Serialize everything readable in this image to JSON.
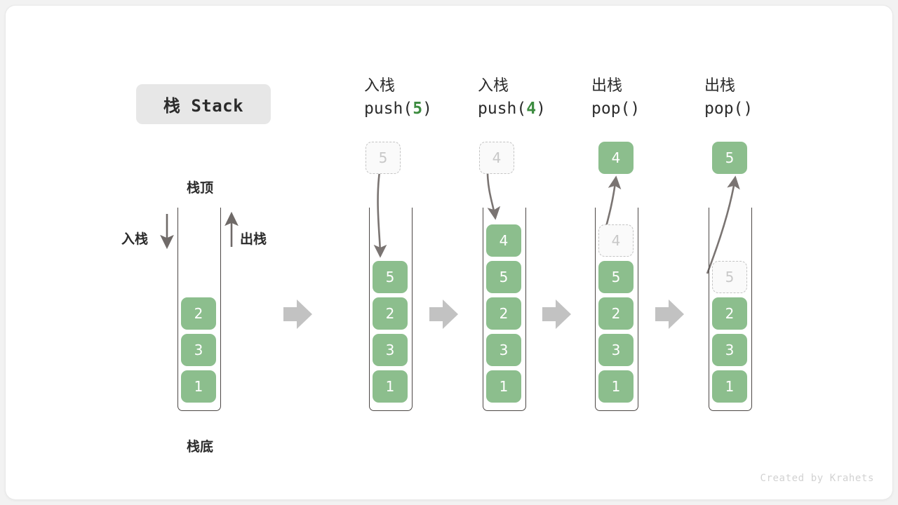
{
  "title": {
    "text": "栈 Stack"
  },
  "labels": {
    "top": "栈顶",
    "bottom": "栈底",
    "push_side": "入栈",
    "pop_side": "出栈"
  },
  "credit": "Created by Krahets",
  "colors": {
    "cell_fill": "#8cbe8d",
    "cell_text": "#ffffff",
    "ghost_fill": "#fafafa",
    "ghost_border": "#c4c4c4",
    "ghost_text": "#c8c8c8",
    "accent_code": "#3d8c40",
    "stack_border": "#4c4745",
    "arrow": "#7a7472",
    "block_arrow": "#c2c2c2",
    "chip_bg": "#e7e7e7",
    "page_bg": "#f2f2f2",
    "card_bg": "#ffffff"
  },
  "steps": [
    {
      "id": "initial",
      "op_cn": "",
      "op_code": "",
      "op_arg": "",
      "stack": [
        "2",
        "3",
        "1"
      ],
      "ghost_top": null,
      "floating": null
    },
    {
      "id": "push-5",
      "op_cn": "入栈",
      "op_code_prefix": "push(",
      "op_arg": "5",
      "op_code_suffix": ")",
      "stack": [
        "5",
        "2",
        "3",
        "1"
      ],
      "ghost_top": null,
      "floating": {
        "value": "5",
        "kind": "ghost"
      }
    },
    {
      "id": "push-4",
      "op_cn": "入栈",
      "op_code_prefix": "push(",
      "op_arg": "4",
      "op_code_suffix": ")",
      "stack": [
        "4",
        "5",
        "2",
        "3",
        "1"
      ],
      "ghost_top": null,
      "floating": {
        "value": "4",
        "kind": "ghost"
      }
    },
    {
      "id": "pop-4",
      "op_cn": "出栈",
      "op_code_prefix": "pop(",
      "op_arg": "",
      "op_code_suffix": ")",
      "stack": [
        "5",
        "2",
        "3",
        "1"
      ],
      "ghost_top": "4",
      "floating": {
        "value": "4",
        "kind": "solid"
      }
    },
    {
      "id": "pop-5",
      "op_cn": "出栈",
      "op_code_prefix": "pop(",
      "op_arg": "",
      "op_code_suffix": ")",
      "stack": [
        "2",
        "3",
        "1"
      ],
      "ghost_top": "5",
      "floating": {
        "value": "5",
        "kind": "solid"
      }
    }
  ]
}
